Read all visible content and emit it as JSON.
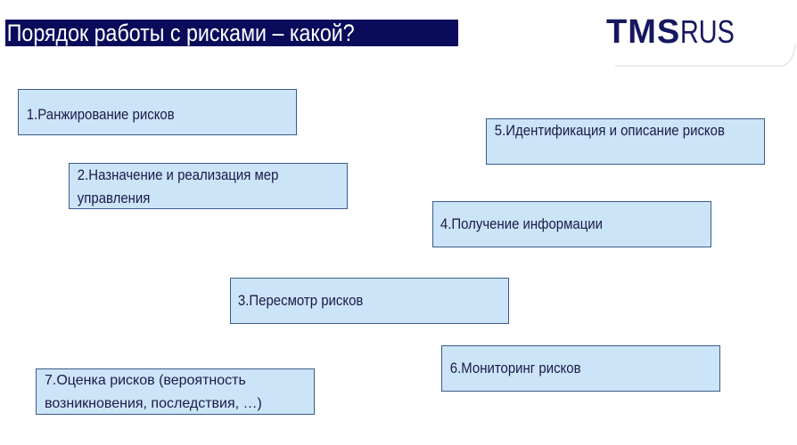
{
  "header": {
    "title": "Порядок работы с рисками – какой?"
  },
  "logo": {
    "primary": "TMS",
    "secondary": "RUS"
  },
  "colors": {
    "title_bg": "#0b0b5c",
    "box_fill": "#cce4f7",
    "box_border": "#3b5b8c",
    "brand": "#16185e"
  },
  "steps": [
    {
      "label": "1.Ранжирование рисков"
    },
    {
      "label": "5.Идентификация и описание рисков"
    },
    {
      "label": "2.Назначение и реализация мер управления"
    },
    {
      "label": "4.Получение информации"
    },
    {
      "label": "3.Пересмотр рисков"
    },
    {
      "label": "6.Мониторинг рисков"
    },
    {
      "label": "7.Оценка рисков (вероятность возникновения, последствия, …)"
    }
  ]
}
